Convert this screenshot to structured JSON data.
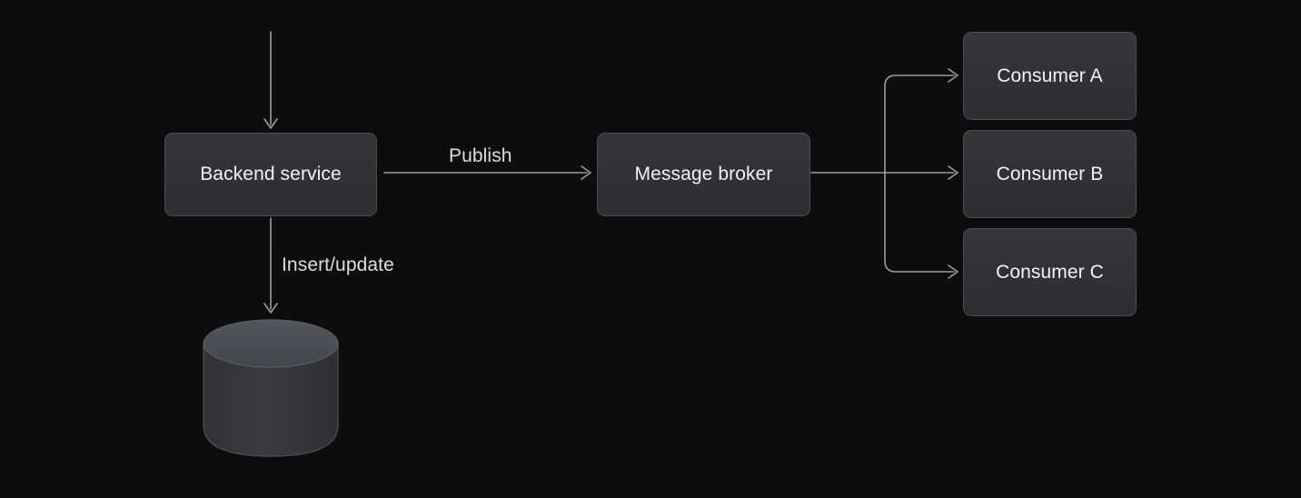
{
  "diagram": {
    "type": "architecture-flow",
    "background_color": "#0d0d0d",
    "node_fill_color": "#2f3136",
    "node_border_color": "#4a4d53",
    "text_color": "#f2f3f5",
    "connector_color": "#9a9da2",
    "database_top_color": "#4a4d52",
    "database_body_color": "#35373b",
    "nodes": [
      {
        "id": "backend",
        "label": "Backend service",
        "shape": "rounded-rect"
      },
      {
        "id": "broker",
        "label": "Message broker",
        "shape": "rounded-rect"
      },
      {
        "id": "consumer_a",
        "label": "Consumer A",
        "shape": "rounded-rect"
      },
      {
        "id": "consumer_b",
        "label": "Consumer B",
        "shape": "rounded-rect"
      },
      {
        "id": "consumer_c",
        "label": "Consumer C",
        "shape": "rounded-rect"
      },
      {
        "id": "database",
        "label": "",
        "shape": "cylinder"
      }
    ],
    "edges": [
      {
        "from": "external",
        "to": "backend",
        "label": "",
        "style": "arrow-down"
      },
      {
        "from": "backend",
        "to": "broker",
        "label": "Publish",
        "style": "arrow-right"
      },
      {
        "from": "backend",
        "to": "database",
        "label": "Insert/update",
        "style": "arrow-down"
      },
      {
        "from": "broker",
        "to": "consumer_a",
        "label": "",
        "style": "branch-arrow-right"
      },
      {
        "from": "broker",
        "to": "consumer_b",
        "label": "",
        "style": "branch-arrow-right"
      },
      {
        "from": "broker",
        "to": "consumer_c",
        "label": "",
        "style": "branch-arrow-right"
      }
    ],
    "labels": {
      "publish": "Publish",
      "insert_update": "Insert/update"
    }
  }
}
